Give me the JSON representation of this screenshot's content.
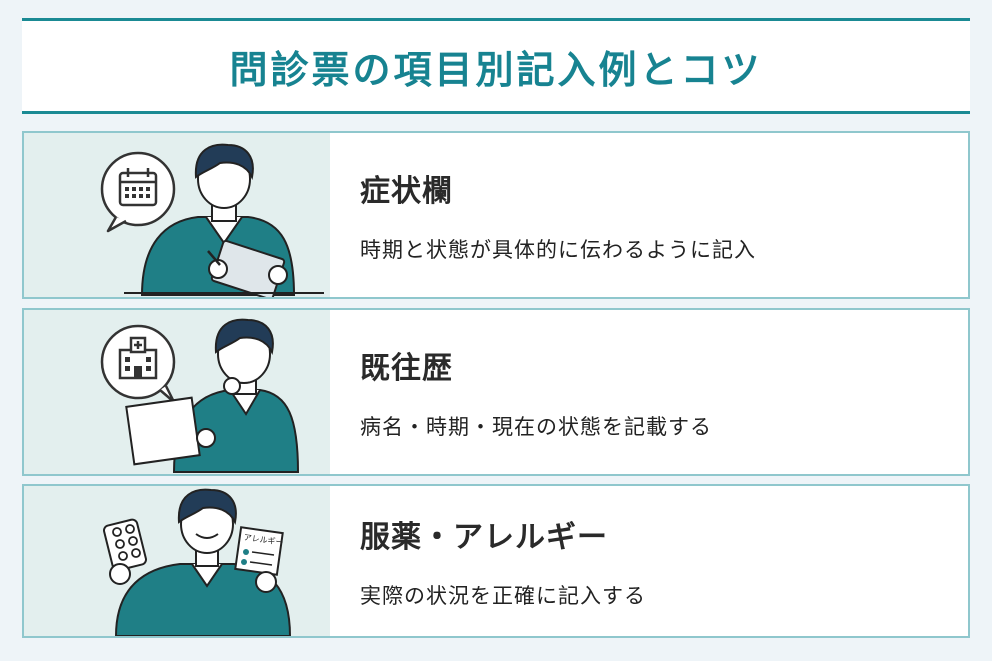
{
  "page": {
    "title": "問診票の項目別記入例とコツ"
  },
  "cards": [
    {
      "heading": "症状欄",
      "description": "時期と状態が具体的に伝わるように記入",
      "icon": "calendar-icon"
    },
    {
      "heading": "既往歴",
      "description": "病名・時期・現在の状態を記載する",
      "icon": "hospital-icon"
    },
    {
      "heading": "服薬・アレルギー",
      "description": "実際の状況を正確に記入する",
      "icon": "pill-pack-icon",
      "card_label": "アレルギー"
    }
  ],
  "colors": {
    "accent": "#178391",
    "sweater": "#1f7f86",
    "illustration_bg": "#e3efee",
    "card_border": "#8fc7cd"
  }
}
